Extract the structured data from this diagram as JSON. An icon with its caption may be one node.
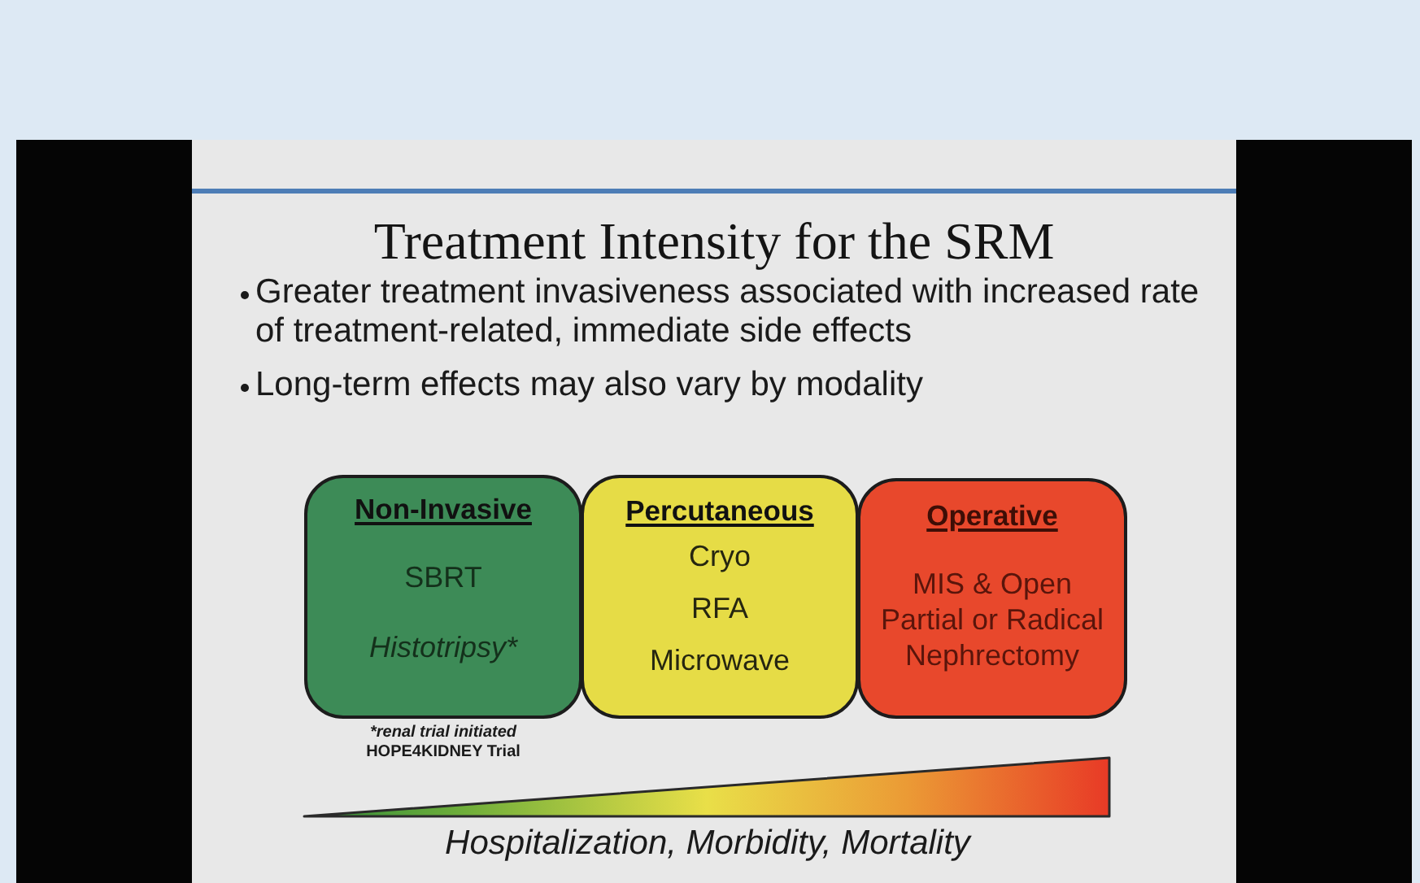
{
  "diagram": {
    "title": "Treatment Intensity for the SRM",
    "nodes": [
      {
        "text": [
          "Non-Invasive",
          "SBRT",
          "Histotripsy*"
        ],
        "beside": [
          "*renal trial initiated",
          "HOPE4KIDNEY Trial"
        ]
      },
      {
        "text": [
          "Percutaneous",
          "Cryo",
          "RFA",
          "Microwave"
        ]
      },
      {
        "text": [
          "Operative",
          "MIS & Open Partial or Radical Nephrectomy"
        ]
      },
      {
        "text": [],
        "shape": "triangle",
        "beside": [
          "Hospitalization, Morbidity, Mortality"
        ]
      }
    ],
    "labels": [
      "Greater treatment invasiveness associated with increased rate of treatment-related, immediate side effects",
      "Long-term effects may also vary by modality"
    ]
  }
}
